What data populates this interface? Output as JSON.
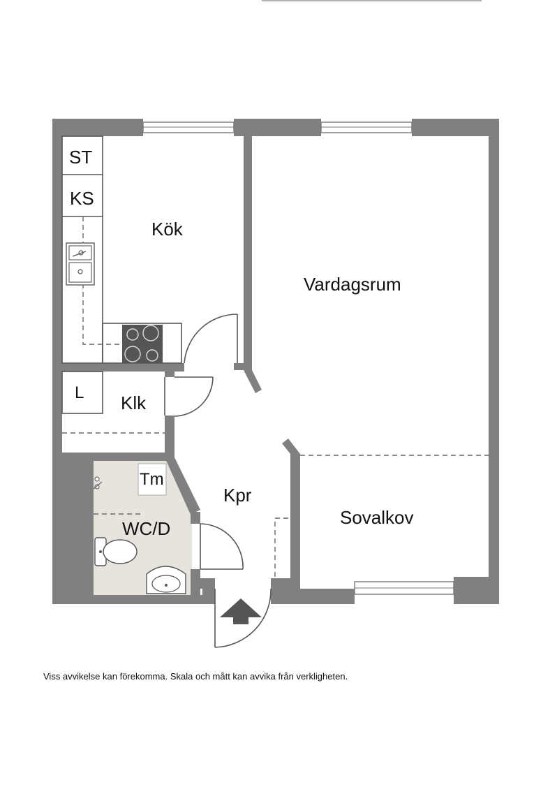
{
  "colors": {
    "wall": "#808080",
    "bathroom_floor": "#e7e4de",
    "stove": "#555555",
    "entrance_arrow": "#555555",
    "text": "#111111"
  },
  "rooms": {
    "kitchen": "Kök",
    "living_room": "Vardagsrum",
    "closet": "Klk",
    "hallway": "Kpr",
    "bedroom_alcove": "Sovalkov",
    "bathroom": "WC/D"
  },
  "fixtures": {
    "freezer": "ST",
    "fridge": "KS",
    "wardrobe": "L",
    "dryer": "Tm"
  },
  "icons": [
    "sink-icon",
    "stove-icon",
    "toilet-icon",
    "washbasin-icon",
    "shower-icon",
    "entrance-arrow-icon"
  ],
  "disclaimer": "Viss avvikelse kan förekomma. Skala och mått kan avvika från verkligheten."
}
